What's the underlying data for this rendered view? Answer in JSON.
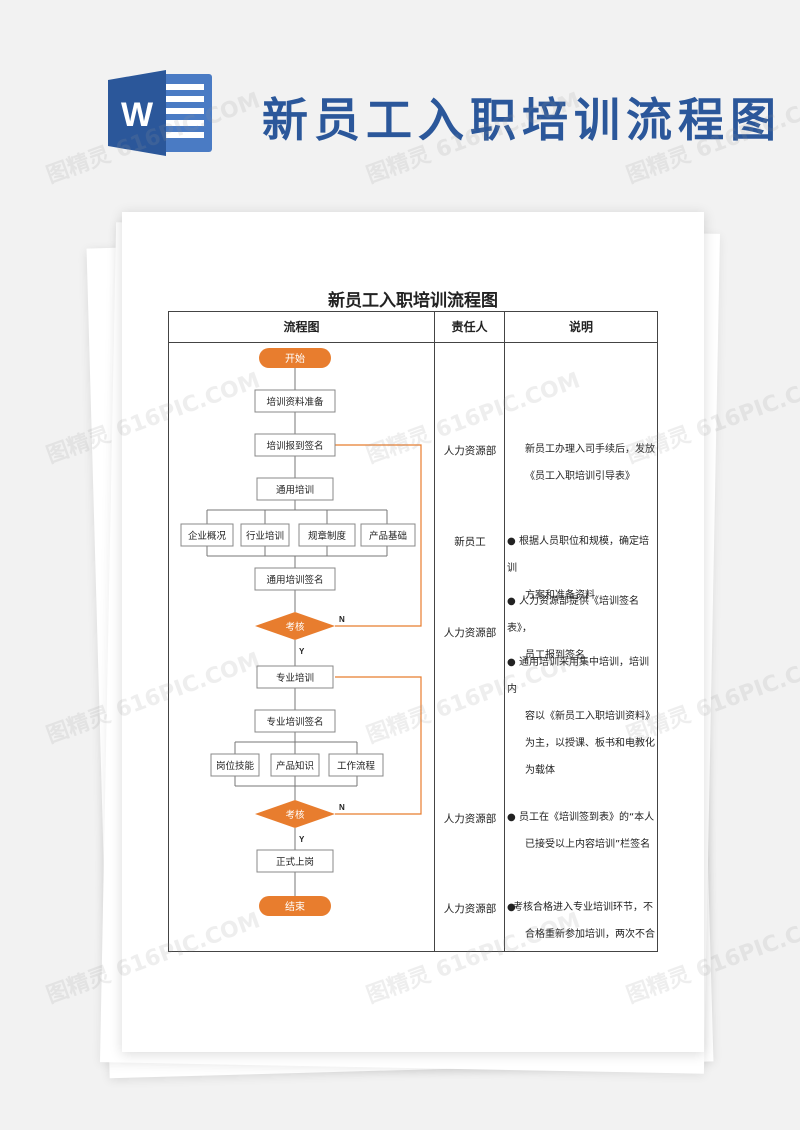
{
  "banner": {
    "logo_letter": "W",
    "title": "新员工入职培训流程图"
  },
  "doc": {
    "title": "新员工入职培训流程图",
    "headers": [
      "流程图",
      "责任人",
      "说明"
    ],
    "flow": {
      "start": "开始",
      "prep": "培训资料准备",
      "signin": "培训报到签名",
      "general": "通用培训",
      "general_items": [
        "企业概况",
        "行业培训",
        "规章制度",
        "产品基础"
      ],
      "general_sign": "通用培训签名",
      "check1": "考核",
      "specialized": "专业培训",
      "specialized_sign": "专业培训签名",
      "specialized_items": [
        "岗位技能",
        "产品知识",
        "工作流程"
      ],
      "check2": "考核",
      "onboard": "正式上岗",
      "end": "结束",
      "yes": "Y",
      "no": "N"
    },
    "responsible": [
      "人力资源部",
      "新员工",
      "人力资源部",
      "人力资源部",
      "人力资源部"
    ],
    "desc": {
      "d1": [
        "新员工办理入司手续后，发放",
        "《员工入职培训引导表》"
      ],
      "d2": [
        "根据人员职位和规模，确定培训",
        "方案和准备资料"
      ],
      "d3": [
        "人力资源部提供《培训签名表》，",
        "员工报到签名"
      ],
      "d4": [
        "通用培训采用集中培训，培训内",
        "容以《新员工入职培训资料》",
        "为主，以授课、板书和电教化",
        "为载体"
      ],
      "d5": [
        "员工在《培训签到表》的“本人",
        "已接受以上内容培训”栏签名"
      ],
      "d6": [
        "考核合格进入专业培训环节，不",
        "合格重新参加培训，两次不合"
      ]
    },
    "bullet": "●"
  },
  "watermark": "图精灵 616PIC.COM",
  "colors": {
    "accent": "#e87d2e",
    "brand": "#2b579a",
    "line": "#666666"
  }
}
